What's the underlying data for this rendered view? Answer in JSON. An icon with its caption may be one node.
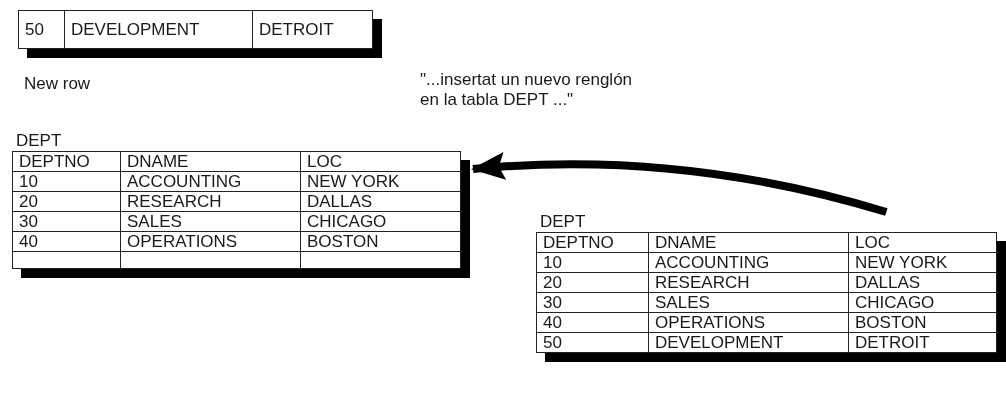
{
  "diagram": {
    "nodes": [
      {
        "text": [
          "50",
          "DEVELOPMENT",
          "DETROIT"
        ],
        "beside": [
          "New row"
        ]
      },
      {
        "text": [
          "DEPT",
          "DEPTNO",
          "DNAME",
          "LOC",
          "10",
          "ACCOUNTING",
          "NEW YORK",
          "20",
          "RESEARCH",
          "DALLAS",
          "30",
          "SALES",
          "CHICAGO",
          "40",
          "OPERATIONS",
          "BOSTON"
        ]
      },
      {
        "text": [
          "DEPT",
          "DEPTNO",
          "DNAME",
          "LOC",
          "10",
          "ACCOUNTING",
          "NEW YORK",
          "20",
          "RESEARCH",
          "DALLAS",
          "30",
          "SALES",
          "CHICAGO",
          "40",
          "OPERATIONS",
          "BOSTON",
          "50",
          "DEVELOPMENT",
          "DETROIT"
        ]
      }
    ],
    "edges": [
      {
        "from": 2,
        "to": 1,
        "arrow": "to"
      }
    ],
    "labels": [
      "\"...insertat un nuevo renglón en la tabla DEPT ...\""
    ]
  }
}
